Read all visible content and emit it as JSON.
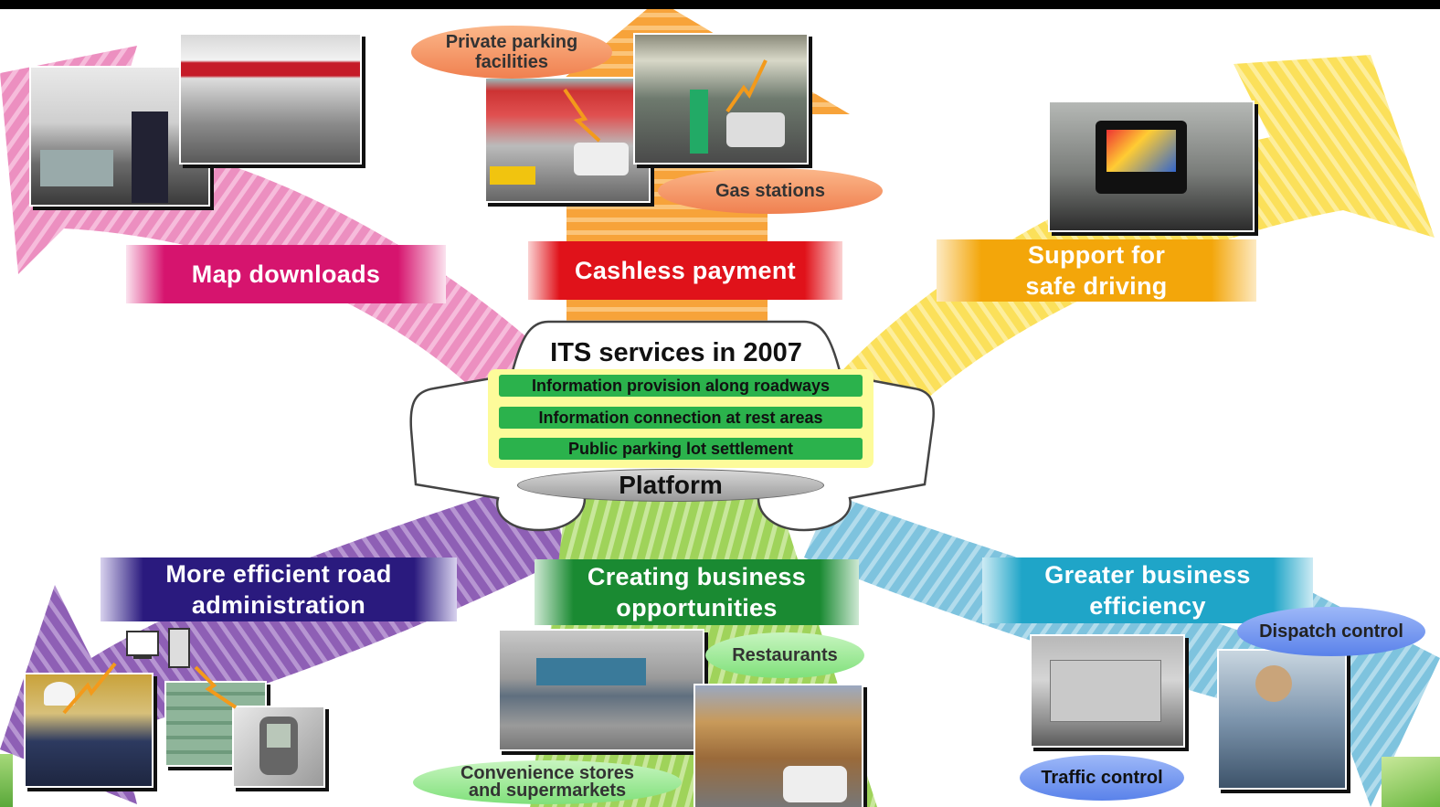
{
  "center": {
    "title": "ITS services in 2007",
    "services": [
      "Information provision along roadways",
      "Information connection at rest areas",
      "Public parking lot settlement"
    ],
    "platform": "Platform"
  },
  "banners": {
    "map_downloads": "Map downloads",
    "cashless_payment": "Cashless payment",
    "safe_driving_line1": "Support for",
    "safe_driving_line2": "safe driving",
    "road_admin_line1": "More efficient road",
    "road_admin_line2": "administration",
    "business_opps_line1": "Creating business",
    "business_opps_line2": "opportunities",
    "business_eff_line1": "Greater business",
    "business_eff_line2": "efficiency"
  },
  "callouts": {
    "private_parking_line1": "Private parking",
    "private_parking_line2": "facilities",
    "gas_stations": "Gas stations",
    "restaurants": "Restaurants",
    "convenience_line1": "Convenience stores",
    "convenience_line2": "and supermarkets",
    "dispatch_control": "Dispatch control",
    "traffic_control": "Traffic control"
  },
  "colors": {
    "pink_arrow": "#ec8fc0",
    "orange_arrow": "#f7a33a",
    "yellow_arrow": "#fbe05a",
    "purple_arrow": "#8e5fb5",
    "green_arrow": "#9fd35a",
    "blue_arrow": "#7ec3de",
    "map_banner": "#d6146e",
    "cashless_banner": "#e0121a",
    "safe_banner": "#f3a60a",
    "road_banner": "#2a1a7e",
    "business_banner": "#1a8a32",
    "efficiency_banner": "#1fa5c8",
    "service_bar": "#2bb24c",
    "center_panel": "#fdfb9a"
  }
}
